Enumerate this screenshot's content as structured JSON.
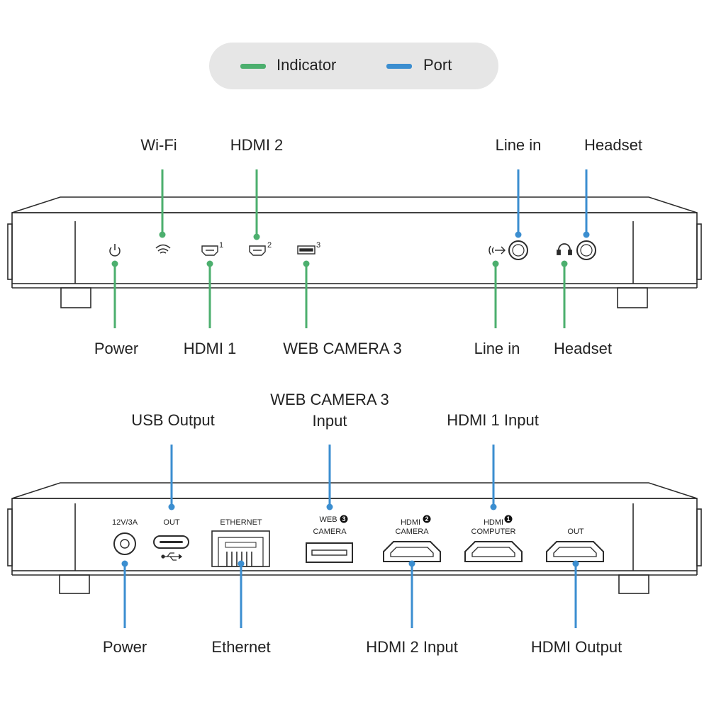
{
  "legend": {
    "indicator": "Indicator",
    "port": "Port"
  },
  "colors": {
    "indicator": "#4caf6e",
    "port": "#3b8ed0",
    "device_stroke": "#2b2b2b"
  },
  "front": {
    "top_labels": {
      "wifi": "Wi-Fi",
      "hdmi2": "HDMI 2",
      "line_in": "Line in",
      "headset": "Headset"
    },
    "bottom_labels": {
      "power": "Power",
      "hdmi1": "HDMI 1",
      "webcam3": "WEB CAMERA 3",
      "line_in": "Line in",
      "headset": "Headset"
    },
    "icon_numbers": {
      "hdmi1": "1",
      "hdmi2": "2",
      "webcam3": "3"
    }
  },
  "rear": {
    "top_labels": {
      "usb_output": "USB Output",
      "webcam3_line1": "WEB CAMERA 3",
      "webcam3_line2": "Input",
      "hdmi1_input": "HDMI 1 Input"
    },
    "bottom_labels": {
      "power": "Power",
      "ethernet": "Ethernet",
      "hdmi2_input": "HDMI 2 Input",
      "hdmi_output": "HDMI Output"
    },
    "panel_text": {
      "power": "12V/3A",
      "usb_out": "OUT",
      "ethernet": "ETHERNET",
      "web_line1": "WEB",
      "web_line2": "CAMERA",
      "hdmi2_line1": "HDMI",
      "hdmi2_line2": "CAMERA",
      "hdmi1_line1": "HDMI",
      "hdmi1_line2": "COMPUTER",
      "hdmi_out": "OUT",
      "badge_web": "3",
      "badge_hdmi2": "2",
      "badge_hdmi1": "1"
    }
  }
}
